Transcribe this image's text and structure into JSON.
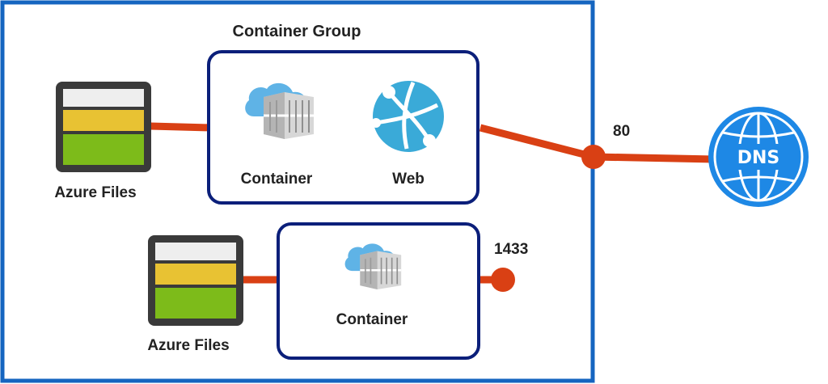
{
  "group": {
    "title": "Container Group",
    "top_node": {
      "container_label": "Container",
      "web_label": "Web"
    }
  },
  "storage_top": {
    "label": "Azure Files"
  },
  "storage_bottom": {
    "label": "Azure Files"
  },
  "bottom_node": {
    "container_label": "Container"
  },
  "ports": {
    "public": "80",
    "db": "1433"
  },
  "dns": {
    "label": "DNS"
  },
  "colors": {
    "outer_border": "#1565c0",
    "box_border": "#0b1f7a",
    "connector": "#d94014",
    "dns_fill": "#1e88e5",
    "web_fill": "#3aaad8",
    "cloud_fill": "#5fb3e6"
  }
}
